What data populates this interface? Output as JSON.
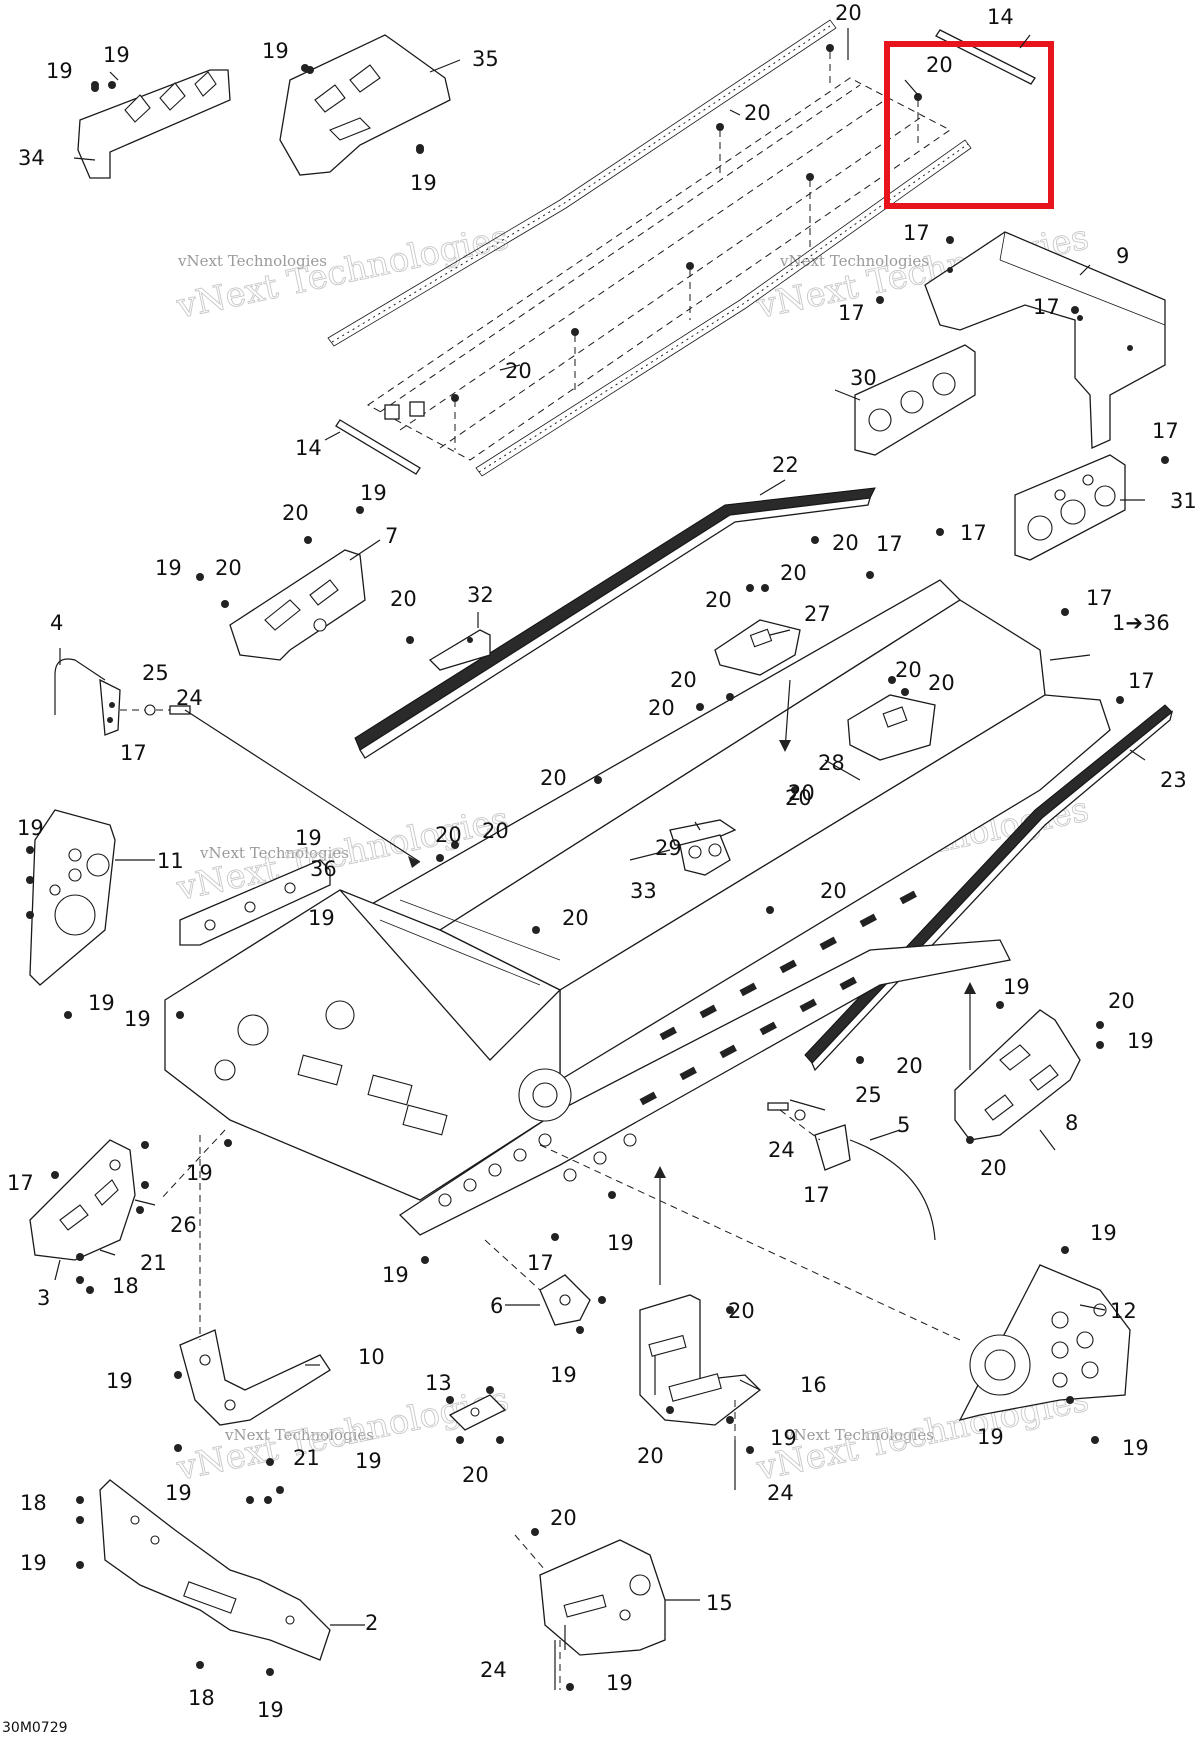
{
  "diagram": {
    "figure_code": "30M0729",
    "watermark_text": "vNext Technologies",
    "highlight_color": "#e8141b",
    "callouts": [
      {
        "label": "20"
      },
      {
        "label": "14"
      },
      {
        "label": "20"
      },
      {
        "label": "19"
      },
      {
        "label": "19"
      },
      {
        "label": "19"
      },
      {
        "label": "35"
      },
      {
        "label": "34"
      },
      {
        "label": "19"
      },
      {
        "label": "20"
      },
      {
        "label": "17"
      },
      {
        "label": "9"
      },
      {
        "label": "17"
      },
      {
        "label": "17"
      },
      {
        "label": "20"
      },
      {
        "label": "30"
      },
      {
        "label": "14"
      },
      {
        "label": "17"
      },
      {
        "label": "31"
      },
      {
        "label": "22"
      },
      {
        "label": "19"
      },
      {
        "label": "20"
      },
      {
        "label": "7"
      },
      {
        "label": "20"
      },
      {
        "label": "17"
      },
      {
        "label": "17"
      },
      {
        "label": "19"
      },
      {
        "label": "20"
      },
      {
        "label": "20"
      },
      {
        "label": "32"
      },
      {
        "label": "20"
      },
      {
        "label": "20"
      },
      {
        "label": "27"
      },
      {
        "label": "17"
      },
      {
        "label": "1➔36"
      },
      {
        "label": "4"
      },
      {
        "label": "25"
      },
      {
        "label": "24"
      },
      {
        "label": "20"
      },
      {
        "label": "20"
      },
      {
        "label": "17"
      },
      {
        "label": "20"
      },
      {
        "label": "20"
      },
      {
        "label": "20"
      },
      {
        "label": "17"
      },
      {
        "label": "28"
      },
      {
        "label": "23"
      },
      {
        "label": "20"
      },
      {
        "label": "20"
      },
      {
        "label": "19"
      },
      {
        "label": "11"
      },
      {
        "label": "19"
      },
      {
        "label": "20"
      },
      {
        "label": "20"
      },
      {
        "label": "36"
      },
      {
        "label": "29"
      },
      {
        "label": "33"
      },
      {
        "label": "20"
      },
      {
        "label": "19"
      },
      {
        "label": "20"
      },
      {
        "label": "19"
      },
      {
        "label": "19"
      },
      {
        "label": "19"
      },
      {
        "label": "20"
      },
      {
        "label": "19"
      },
      {
        "label": "20"
      },
      {
        "label": "25"
      },
      {
        "label": "5"
      },
      {
        "label": "8"
      },
      {
        "label": "24"
      },
      {
        "label": "17"
      },
      {
        "label": "20"
      },
      {
        "label": "17"
      },
      {
        "label": "26"
      },
      {
        "label": "19"
      },
      {
        "label": "19"
      },
      {
        "label": "21"
      },
      {
        "label": "17"
      },
      {
        "label": "3"
      },
      {
        "label": "18"
      },
      {
        "label": "19"
      },
      {
        "label": "19"
      },
      {
        "label": "6"
      },
      {
        "label": "20"
      },
      {
        "label": "12"
      },
      {
        "label": "10"
      },
      {
        "label": "19"
      },
      {
        "label": "19"
      },
      {
        "label": "13"
      },
      {
        "label": "16"
      },
      {
        "label": "21"
      },
      {
        "label": "19"
      },
      {
        "label": "19"
      },
      {
        "label": "19"
      },
      {
        "label": "20"
      },
      {
        "label": "20"
      },
      {
        "label": "19"
      },
      {
        "label": "18"
      },
      {
        "label": "19"
      },
      {
        "label": "24"
      },
      {
        "label": "20"
      },
      {
        "label": "19"
      },
      {
        "label": "15"
      },
      {
        "label": "2"
      },
      {
        "label": "24"
      },
      {
        "label": "19"
      },
      {
        "label": "18"
      },
      {
        "label": "19"
      }
    ]
  }
}
